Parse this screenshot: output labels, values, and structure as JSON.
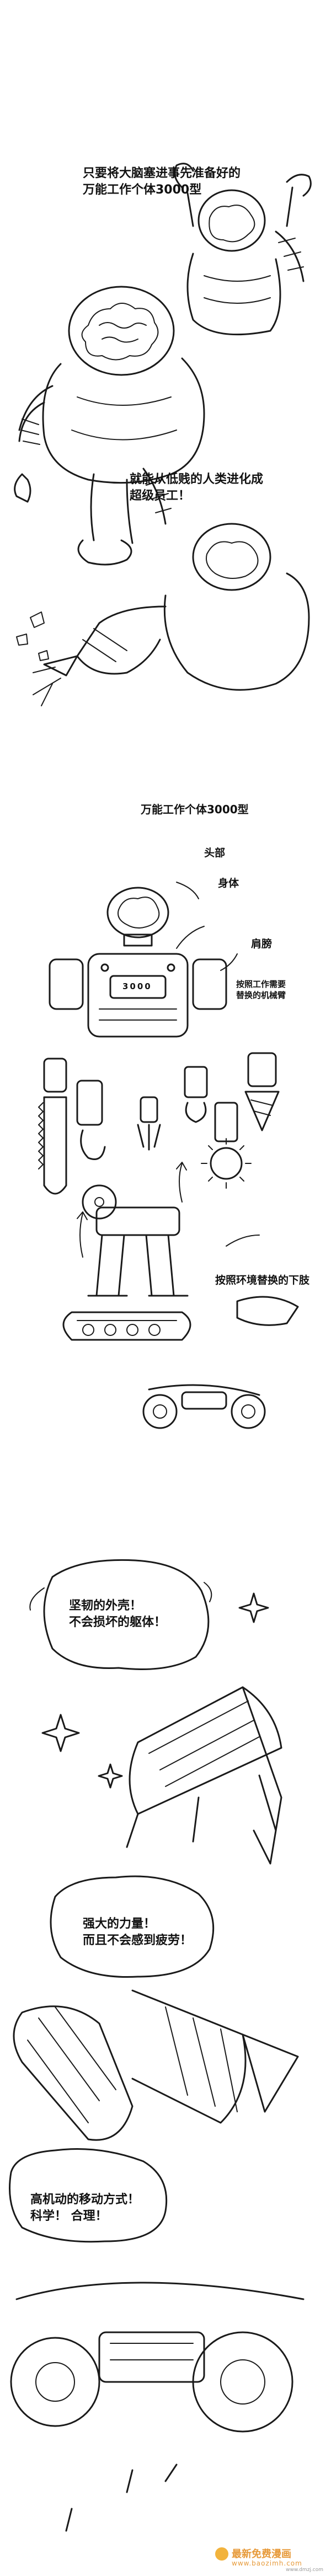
{
  "panel1": {
    "caption_lines": [
      "只要将大脑塞进事先准备好的",
      "万能工作个体3000型"
    ],
    "caption2_lines": [
      "就能从低贱的人类进化成",
      "超级员工！"
    ]
  },
  "panel2": {
    "title": "万能工作个体3000型",
    "label_head": "头部",
    "label_body": "身体",
    "label_shoulder": "肩膀",
    "label_arm_lines": [
      "按照工作需要",
      "替换的机械臂"
    ],
    "label_legs": "按照环境替换的下肢",
    "chest_display": "3000"
  },
  "panel3": {
    "bubble1_lines": [
      "坚韧的外壳！",
      "不会损坏的躯体！"
    ],
    "bubble2_lines": [
      "强大的力量！",
      "而且不会感到疲劳！"
    ],
    "bubble3_lines": [
      "高机动的移动方式！",
      "科学！ 合理！"
    ]
  },
  "watermark": {
    "title": "最新免费漫画",
    "url": "www.baozimh.com",
    "small": "www.dmzj.com"
  }
}
